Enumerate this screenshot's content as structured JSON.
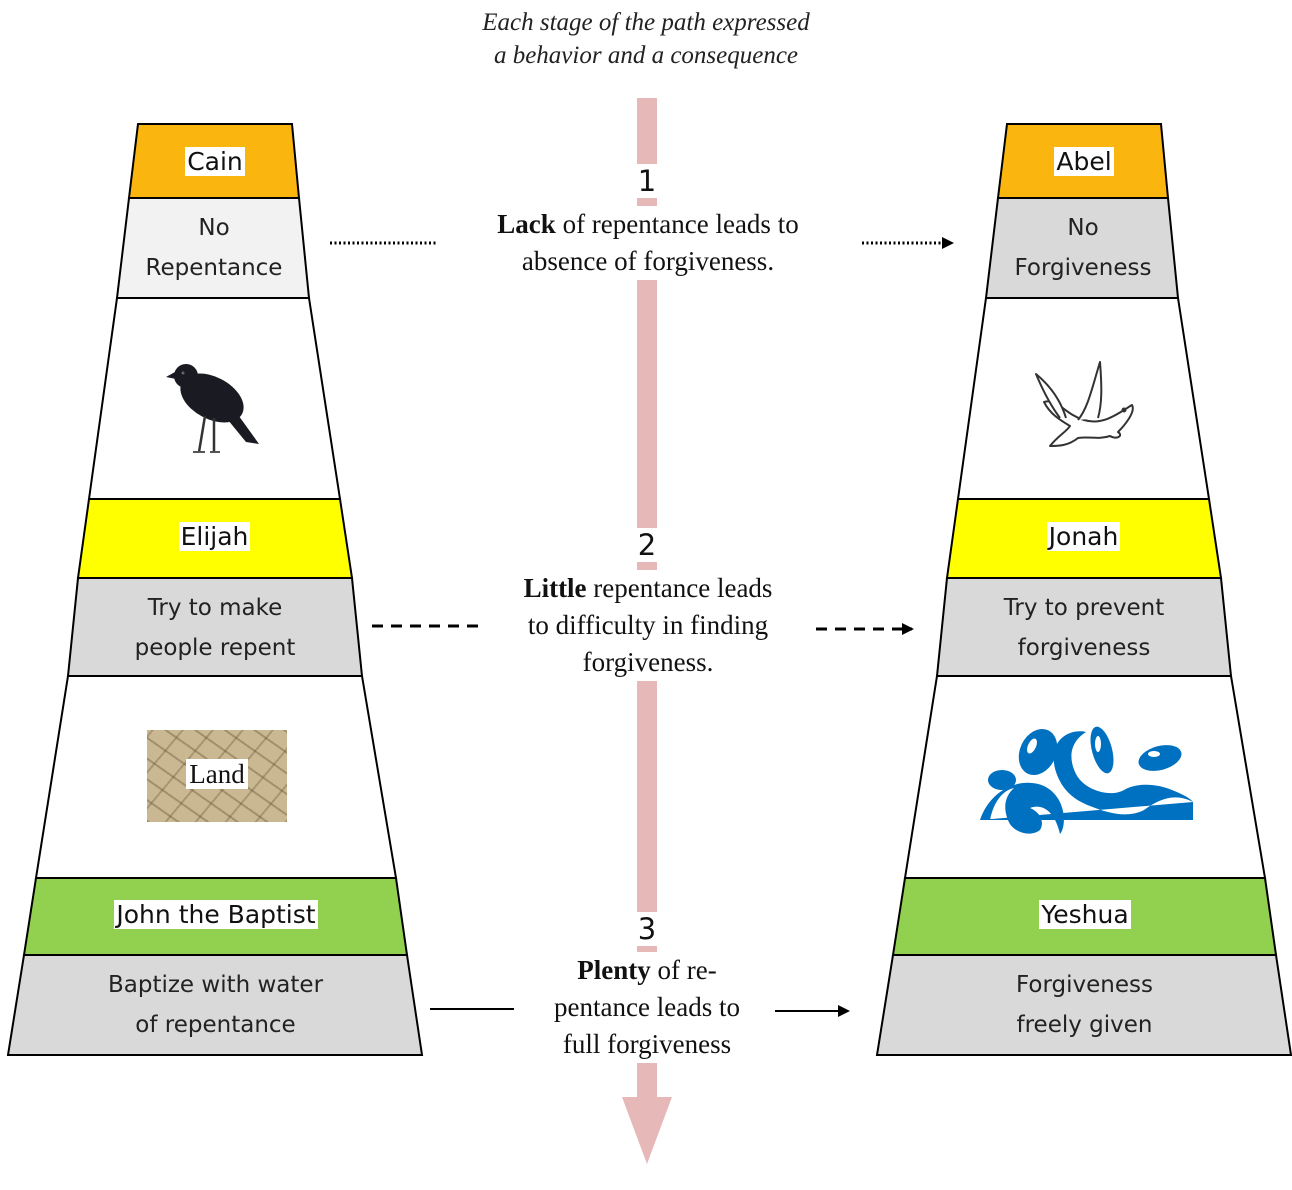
{
  "caption": {
    "line1": "Each stage of the path expressed",
    "line2": "a behavior and a consequence"
  },
  "colors": {
    "orange": "#FBB50F",
    "yellow": "#FFFF00",
    "green": "#92D050",
    "gray": "#D9D9D9",
    "light_gray": "#F2F2F2",
    "center_bar": "#E6B8B7",
    "water": "#0070C0"
  },
  "left": {
    "cain": "Cain",
    "no_repentance": [
      "No",
      "Repentance"
    ],
    "raven_icon": "raven-icon",
    "elijah": "Elijah",
    "try_make_repent": [
      "Try to make",
      "people repent"
    ],
    "land": "Land",
    "john": "John the Baptist",
    "baptize": [
      "Baptize with water",
      "of repentance"
    ]
  },
  "right": {
    "abel": "Abel",
    "no_forgiveness": [
      "No",
      "Forgiveness"
    ],
    "dove_icon": "dove-icon",
    "jonah": "Jonah",
    "try_prevent": [
      "Try to prevent",
      "forgiveness"
    ],
    "water_icon": "water-splash-icon",
    "yeshua": "Yeshua",
    "forgiveness_given": [
      "Forgiveness",
      "freely given"
    ]
  },
  "center": {
    "stage1": {
      "num": "1",
      "bold": "Lack",
      "rest1": " of repentance leads to",
      "line2": "absence of forgiveness."
    },
    "stage2": {
      "num": "2",
      "bold": "Little",
      "rest1": " repentance leads",
      "line2": "to difficulty in finding",
      "line3": "forgiveness."
    },
    "stage3": {
      "num": "3",
      "bold": "Plenty",
      "rest1": " of re-",
      "line2": "pentance leads to",
      "line3": "full forgiveness"
    }
  }
}
